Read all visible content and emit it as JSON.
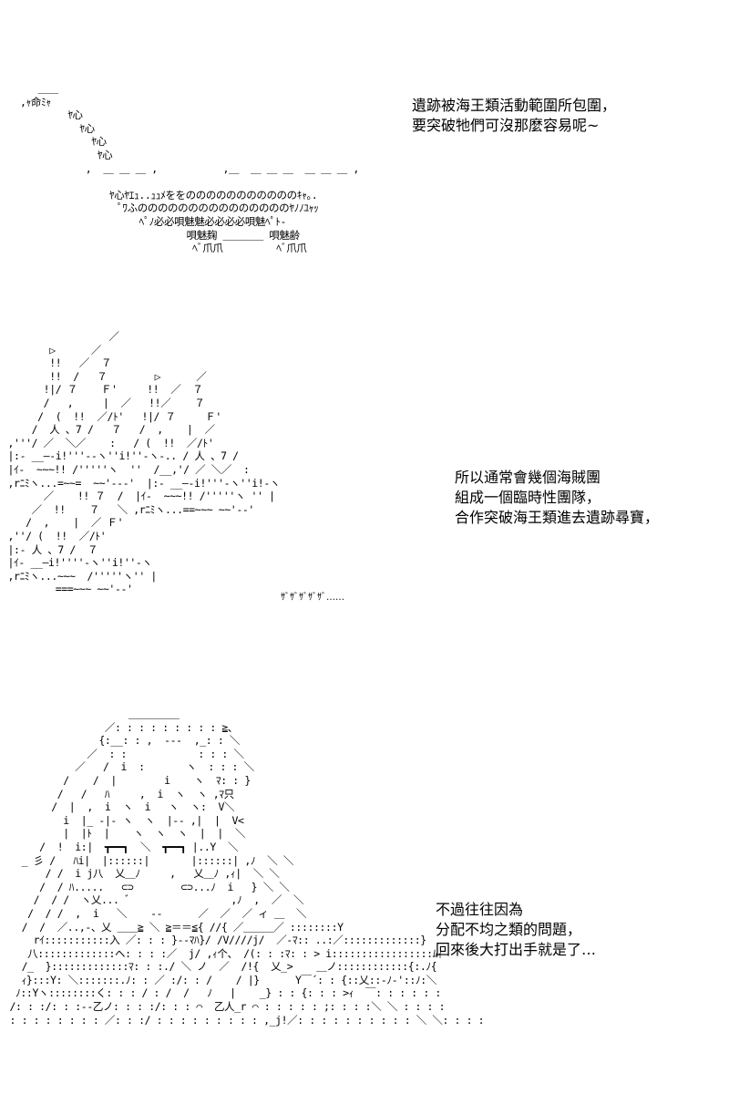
{
  "panels": [
    {
      "narration": [
        "遺跡被海王類活動範圍所包圍，",
        "要突破牠們可沒那麼容易呢~"
      ],
      "art_lines": [
        "   ＿＿",
        ",ｬ命ﾐｬ",
        "        ﾔ心",
        "          ﾔ心",
        "            ﾔ心",
        "             ﾔ心",
        "           ,  ＿ ＿ ＿ ,           ,＿  ＿ ＿ ＿  ＿ ＿ ＿ ,",
        "",
        "               ﾔ心ﾔｴｭ..ｭｭﾒををのののののののののののｷｬ｡.",
        "                 ﾟﾜふのののののののののののののののﾔﾉﾉﾕｬｯ",
        "                    ﾍﾟﾉ必必唄魅魅必必必必唄魅ﾍﾟﾄ-",
        "                            唄魅麹 ＿＿＿＿ 唄魅齢",
        "                             ﾍﾞ爪爪         ﾍﾞ爪爪"
      ]
    },
    {
      "narration": [
        "所以通常會幾個海賊團",
        "組成一個臨時性團隊，",
        "合作突破海王類進去遺跡尋寶，"
      ],
      "sfx": "ｻﾞｻﾞｻﾞｻﾞｻﾞ……",
      "art_lines": [
        "                  ／",
        "        ▷      ／",
        "        !!   ／  ７",
        "        !!  /   ７        ▷      ／",
        "       !|/ ７    Ｆ'     !!  ／  ７",
        "       /   ,     |  ／   !!／    ７",
        "      /  (  !!  ／/ﾄ'   !|/ ７     Ｆ'",
        "     /  人 、7 /   ７   /  ,    |  ／",
        " ,'''/ ／  ＼／    :   / (  !!  ／/ﾄ'",
        " |:‐ __―‐i!'''‐‐ヽ''i!''‐ヽ‐.. / 人 、7 /",
        " |ｲ‐  ~~~!! /'''''ヽ  ''  /__,'/ ／ ＼／  :",
        " ,rﾆﾐヽ...=~~=  ~~'‐-‐'  |:‐ __―‐i!'''‐ヽ''i!‐ヽ",
        "       ／    !! ７  /  |ｲ‐  ~~~!! /'''''ヽ '' |",
        "     ／  !!    ７   ＼ ,rﾆﾐヽ...==~~~ ~~'‐‐'",
        "    /  ,    |  ／ Ｆ'",
        " ,''/ (  !!  ／/ﾄ'",
        " |:‐ 人 、7 /  ７",
        " |ｲ‐ __―i!''''‐ヽ''i!''‐ヽ",
        " ,rﾆﾐヽ...~~~  /'''''ヽ'' |",
        "         ===~~~ ~~'‐‐'"
      ]
    },
    {
      "narration": [
        "不過往往因為",
        "分配不均之類的問題，",
        "回來後大打出手就是了…"
      ],
      "art_lines": [
        "                     ＿＿＿＿＿",
        "                 ／: : : : : : : : : ≧､",
        "                {:__: : ,  ‐‐‐  ,_: : ＼",
        "              ／  : :            : : : ＼",
        "            ／   /  i  :       ヽ  : : : ＼",
        "          /    /  |        i    ヽ  ﾏ: : }",
        "         /   /   ﾊ     ,  i  ヽ  ヽ ,ﾏ只",
        "        /  |  ,  i  ヽ  i   ヽ  ヽ:  V＼",
        "          i  |_ ‐|‐ ヽ  ヽ  |‐‐ ,|  |  V<",
        "          |  |ﾄ  |    ヽ  ヽ  ヽ  |  |  ＼",
        "      /  !  i:|  ┳━━┓  ＼  ┳━━┓ |..Y  ＼",
        "   _ 彡 /   ﾊi|  |::::::|       |::::::| ,ﾉ  ＼ ＼",
        "       / /  i j八  乂＿ﾉ     ,   乂＿ﾉ ,ｨ|  ＼ ＼",
        "      /  / ﾊ.....   ⊂⊃        ⊂⊃...ﾉ  i   } ＼ ＼",
        "     /  / /  ヽ乂... ﾞ                 ,ﾉ  ,  ／  ＼",
        "    /  / /  ,  i   ＼    ‐‐      ／  ／  ／ ィ ＿  ＼",
        "   /  /  ／..,‐、乂 ＿＿≧ ＼ ≧＝＝≦{ //{ ／＿＿＿／ ::::::::Y",
        "     rｲ:::::::::::入 ／: : : }‐‐ﾏﾊ}/ /V////j/  ／‐ﾏ:: ..:／:::::::::::::}",
        "    八:::::::::::::ヘ: : : :／  j/ ,ｨ个、 /(: : :ﾏ: : > i:::::::::::::::::ﾑｨ",
        "   /_  }:::::::::::::ﾏ: : :./ ＼ ノ  ／  /!{  乂_>    ＿ノ::::::::::::{:.ﾉ{",
        "   ｨ}:::Y: ＼:::::::.ﾉ: : ／ :/: : /    / |}      Y￣´: : {::乂::‐ﾉ‐'::ﾉ:＼",
        "  ﾉ::Yヽ::::::::く: : : / : /  /   ﾉ   |    _} : : {: : : >ｨ  ￣: : : : : :",
        " /: : :/: : :‐‐乙ノ: : : :/: : : ⌒  乙人_r ⌒ : : : : : ;: : : :＼ ＼ : : : :",
        " : : : : : : : : ／: : :/ : : : : : : : : : ,_j!／: : : : : : : : : : ＼ ＼: : : :"
      ]
    }
  ]
}
